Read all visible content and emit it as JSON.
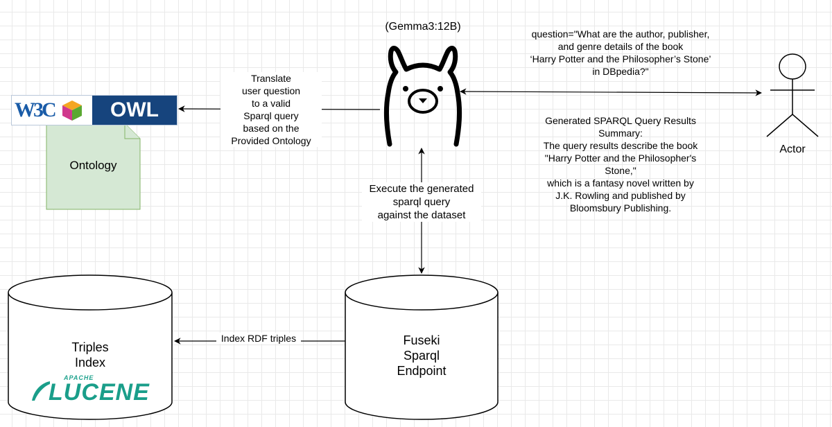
{
  "model_label": "(Gemma3:12B)",
  "translate_label": [
    "Translate",
    "user question",
    "to a valid",
    "Sparql query",
    "based on the",
    "Provided Ontology"
  ],
  "question_label": [
    "question=\"What are the author, publisher,",
    "and genre details of the book",
    "‘Harry Potter and the Philosopher’s Stone’",
    "in DBpedia?\""
  ],
  "results_label": [
    "Generated SPARQL Query Results",
    "Summary:",
    "The query results describe the book",
    "\"Harry Potter and the Philosopher's",
    "Stone,\"",
    "which is a fantasy novel written by",
    "J.K. Rowling and published by",
    "Bloomsbury Publishing."
  ],
  "execute_label": [
    "Execute the generated",
    "sparql query",
    "against the dataset"
  ],
  "ontology_label": "Ontology",
  "actor_label": "Actor",
  "triples_label": [
    "Triples",
    "Index"
  ],
  "fuseki_label": [
    "Fuseki",
    "Sparql",
    "Endpoint"
  ],
  "index_edge_label": "Index RDF triples",
  "owl_logo": {
    "w3c": "W3C",
    "owl": "OWL"
  },
  "lucene_logo": {
    "apache": "APACHE",
    "name": "LUCENE"
  },
  "colors": {
    "note_fill": "#d5e8d4",
    "note_stroke": "#82b366",
    "owl_blue": "#16447d",
    "lucene_green": "#1a9e8a"
  },
  "icons": [
    "llama-icon",
    "actor-icon",
    "w3c-cube-icon",
    "lucene-feather-icon"
  ]
}
